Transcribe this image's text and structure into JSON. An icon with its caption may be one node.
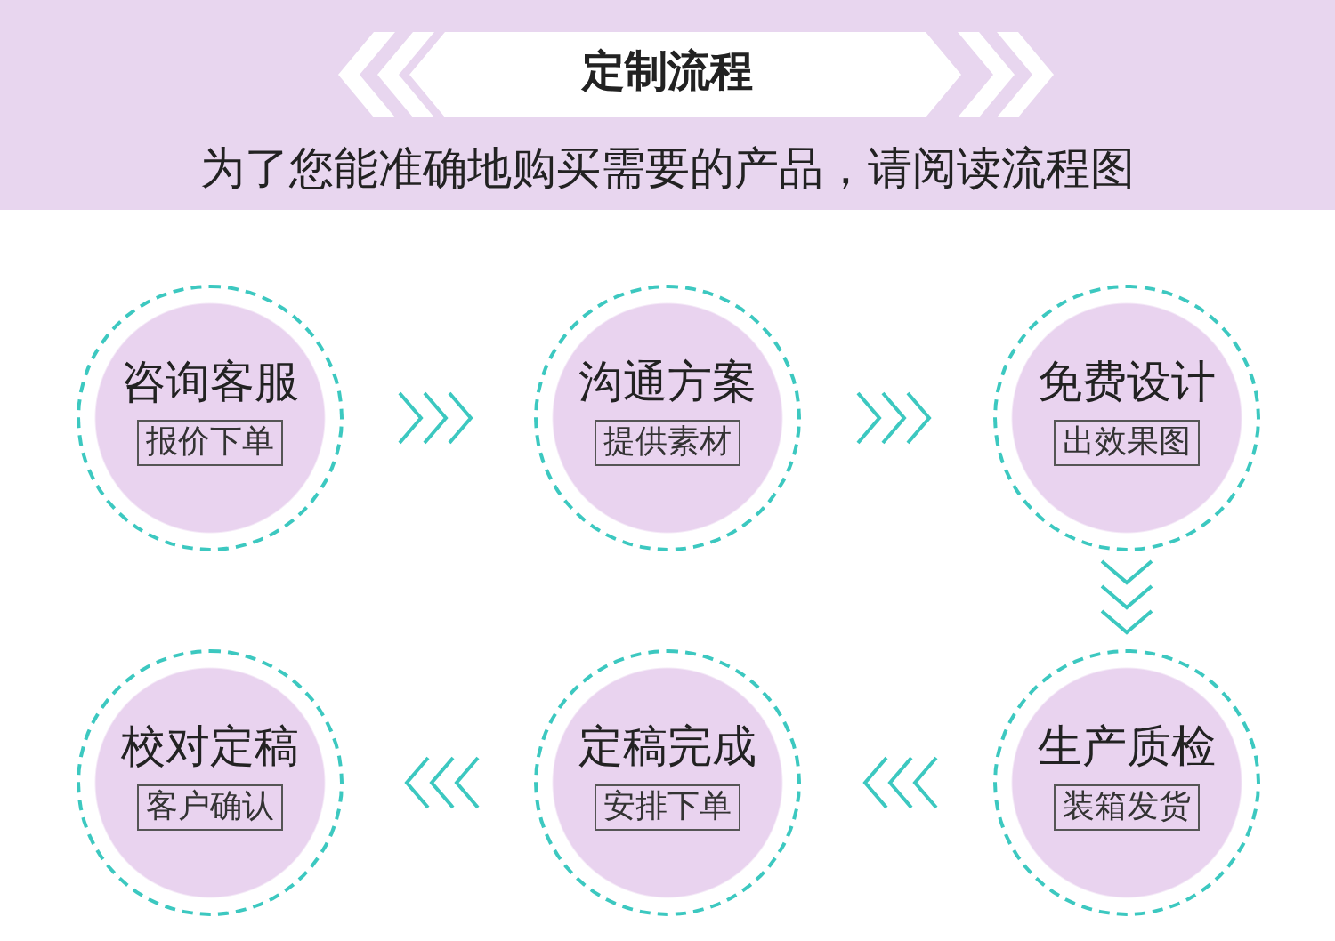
{
  "diagram": {
    "title": "定制流程",
    "nodes": [
      {
        "text": [
          "咨询客服",
          "报价下单"
        ]
      },
      {
        "text": [
          "沟通方案",
          "提供素材"
        ]
      },
      {
        "text": [
          "免费设计",
          "出效果图"
        ]
      },
      {
        "text": [
          "校对定稿",
          "客户确认"
        ]
      },
      {
        "text": [
          "定稿完成",
          "安排下单"
        ]
      },
      {
        "text": [
          "生产质检",
          "装箱发货"
        ]
      }
    ],
    "edges": [
      {
        "from": 0,
        "to": 1,
        "arrow": "to"
      },
      {
        "from": 1,
        "to": 2,
        "arrow": "to"
      },
      {
        "from": 2,
        "to": 5,
        "arrow": "to"
      },
      {
        "from": 5,
        "to": 4,
        "arrow": "to"
      },
      {
        "from": 4,
        "to": 3,
        "arrow": "to"
      }
    ],
    "labels": [
      "为了您能准确地购买需要的产品，请阅读流程图"
    ]
  }
}
